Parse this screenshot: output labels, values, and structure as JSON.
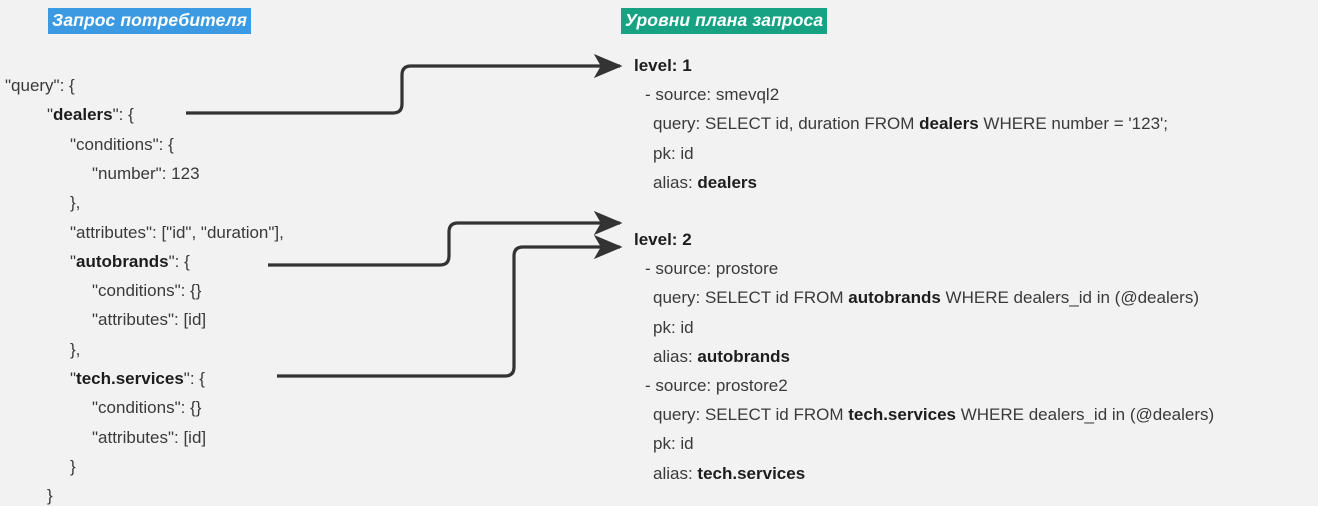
{
  "headings": {
    "left": "Запрос потребителя",
    "right": "Уровни плана запроса"
  },
  "colors": {
    "left_heading_bg": "#3b9ae1",
    "right_heading_bg": "#17a383",
    "heading_text": "#ffffff",
    "background": "#f2f2f2",
    "text": "#3a3a3a",
    "bold_text": "#1d1d1d",
    "connector": "#333333"
  },
  "consumer_query": {
    "lines": [
      {
        "indent": 0,
        "pre": "\"query\": {",
        "bold": "",
        "post": ""
      },
      {
        "indent": 1,
        "pre": "\"",
        "bold": "dealers",
        "post": "\": {"
      },
      {
        "indent": 2,
        "pre": "\"conditions\": {",
        "bold": "",
        "post": ""
      },
      {
        "indent": 3,
        "pre": "\"number\": 123",
        "bold": "",
        "post": ""
      },
      {
        "indent": 2,
        "pre": "},",
        "bold": "",
        "post": ""
      },
      {
        "indent": 2,
        "pre": "\"attributes\": [\"id\", \"duration\"],",
        "bold": "",
        "post": ""
      },
      {
        "indent": 2,
        "pre": "\"",
        "bold": "autobrands",
        "post": "\": {"
      },
      {
        "indent": 3,
        "pre": "\"conditions\": {}",
        "bold": "",
        "post": ""
      },
      {
        "indent": 3,
        "pre": "\"attributes\": [id]",
        "bold": "",
        "post": ""
      },
      {
        "indent": 2,
        "pre": "},",
        "bold": "",
        "post": ""
      },
      {
        "indent": 2,
        "pre": "\"",
        "bold": "tech.services",
        "post": "\": {"
      },
      {
        "indent": 3,
        "pre": "\"conditions\": {}",
        "bold": "",
        "post": ""
      },
      {
        "indent": 3,
        "pre": "\"attributes\": [id]",
        "bold": "",
        "post": ""
      },
      {
        "indent": 2,
        "pre": "}",
        "bold": "",
        "post": ""
      },
      {
        "indent": 1,
        "pre": "}",
        "bold": "",
        "post": ""
      }
    ]
  },
  "plan_levels": [
    {
      "title": "level: 1",
      "entries": [
        {
          "source_label": "- source: smevql2",
          "query_pre": "query: SELECT id, duration FROM ",
          "query_bold": "dealers",
          "query_post": " WHERE number = '123';",
          "pk": "pk: id",
          "alias_pre": "alias: ",
          "alias_bold": "dealers"
        }
      ]
    },
    {
      "title": "level: 2",
      "entries": [
        {
          "source_label": "- source: prostore",
          "query_pre": "query: SELECT id FROM ",
          "query_bold": "autobrands",
          "query_post": " WHERE dealers_id in (@dealers)",
          "pk": "pk: id",
          "alias_pre": "alias: ",
          "alias_bold": "autobrands"
        },
        {
          "source_label": "- source: prostore2",
          "query_pre": "query: SELECT id FROM ",
          "query_bold": "tech.services",
          "query_post": " WHERE dealers_id in (@dealers)",
          "pk": "pk: id",
          "alias_pre": "alias: ",
          "alias_bold": "tech.services"
        }
      ]
    }
  ],
  "connectors": [
    {
      "name": "dealers-to-level-1",
      "from": "dealers",
      "to": "level: 1"
    },
    {
      "name": "autobrands-to-level-2",
      "from": "autobrands",
      "to": "level: 2"
    },
    {
      "name": "tech-services-to-level-2",
      "from": "tech.services",
      "to": "level: 2"
    }
  ]
}
